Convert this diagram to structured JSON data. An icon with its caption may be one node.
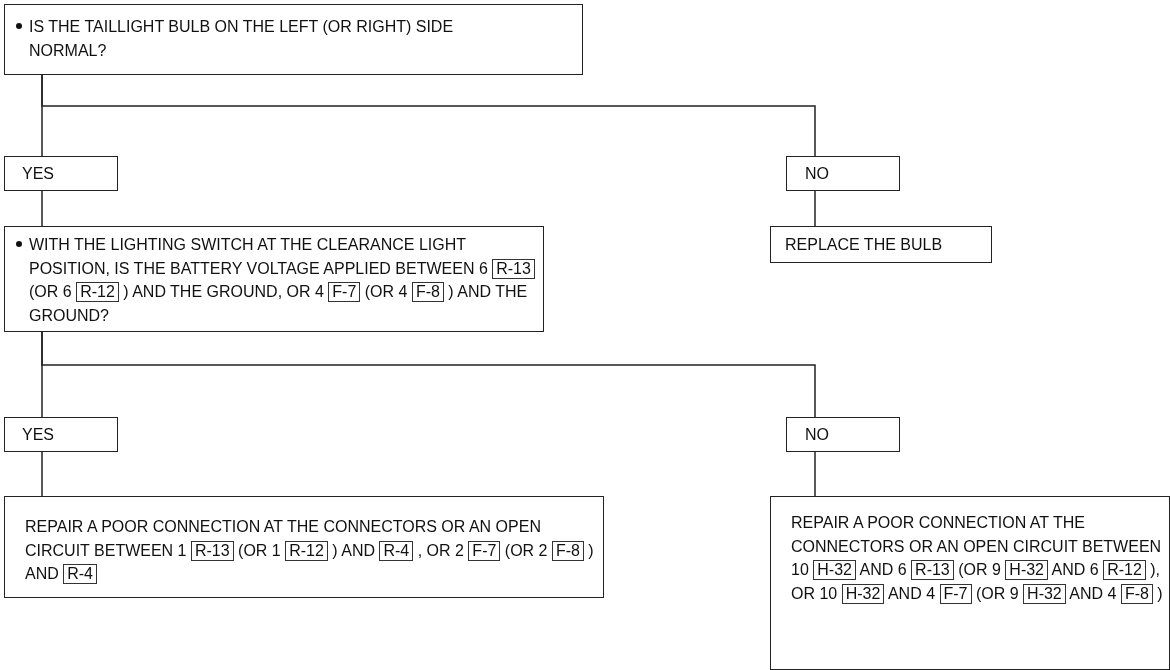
{
  "diagram": {
    "nodes": [
      {
        "text": [
          "IS THE TAILLIGHT BULB ON THE LEFT (OR RIGHT) SIDE NORMAL?"
        ]
      },
      {
        "text": [
          "YES"
        ]
      },
      {
        "text": [
          "NO"
        ]
      },
      {
        "text": [
          "WITH THE LIGHTING SWITCH AT THE CLEARANCE LIGHT POSITION, IS THE BATTERY VOLTAGE APPLIED BETWEEN 6 R-13 (OR 6 R-12 ) AND THE GROUND, OR 4 F-7 (OR 4 F-8 ) AND THE GROUND?"
        ]
      },
      {
        "text": [
          "REPLACE THE BULB"
        ]
      },
      {
        "text": [
          "YES"
        ]
      },
      {
        "text": [
          "NO"
        ]
      },
      {
        "text": [
          "REPAIR A POOR CONNECTION AT THE CONNECTORS OR AN OPEN CIRCUIT BETWEEN 1 R-13 (OR 1 R-12 ) AND R-4 , OR 2 F-7 (OR 2 F-8 ) AND R-4"
        ]
      },
      {
        "text": [
          "REPAIR A POOR CONNECTION AT THE CONNECTORS OR AN OPEN CIRCUIT BETWEEN 10 H-32 AND 6 R-13 (OR 9 H-32 AND 6 R-12 ), OR 10 H-32 AND 4 F-7 (OR 9 H-32 AND 4 F-8 )"
        ]
      }
    ],
    "edges": [
      {
        "from": 0,
        "to": 1,
        "arrow": "none"
      },
      {
        "from": 0,
        "to": 2,
        "arrow": "none"
      },
      {
        "from": 1,
        "to": 3,
        "arrow": "none"
      },
      {
        "from": 2,
        "to": 4,
        "arrow": "none"
      },
      {
        "from": 3,
        "to": 5,
        "arrow": "none"
      },
      {
        "from": 3,
        "to": 6,
        "arrow": "none"
      },
      {
        "from": 5,
        "to": 7,
        "arrow": "none"
      },
      {
        "from": 6,
        "to": 8,
        "arrow": "none"
      }
    ]
  }
}
